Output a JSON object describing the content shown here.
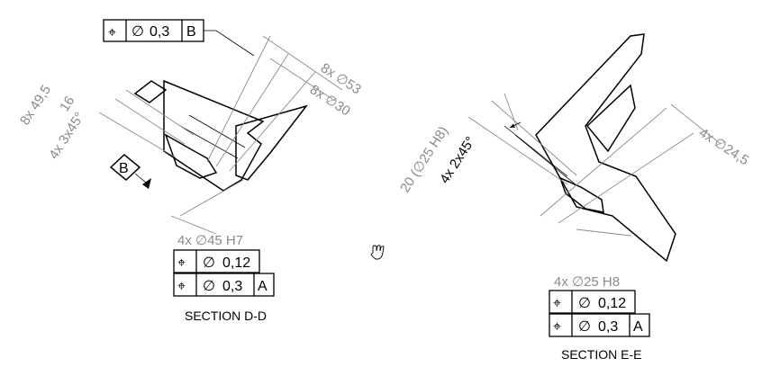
{
  "section_dd": {
    "caption": "SECTION D-D",
    "callout_top": {
      "symbol": "⌖",
      "diameter": "∅",
      "value": "0,3",
      "datum": "B"
    },
    "datum_feature": "B",
    "dim_49_5": "8x 49,5",
    "dim_16": "16",
    "dim_chamfer": "4x 3x45°",
    "dim_53": "8x ∅53",
    "dim_30": "8x ∅30",
    "hole_spec": "4x  ∅45 H7",
    "fcf_row1": {
      "symbol": "⌖",
      "diameter": "∅",
      "value": "0,12"
    },
    "fcf_row2": {
      "symbol": "⌖",
      "diameter": "∅",
      "value": "0,3",
      "datum": "A"
    }
  },
  "section_ee": {
    "caption": "SECTION E-E",
    "dim_20": "20 (∅25 H8)",
    "dim_chamfer": "4x 2x45°",
    "dim_24_5": "4x ∅24,5",
    "hole_spec": "4x  ∅25 H8",
    "fcf_row1": {
      "symbol": "⌖",
      "diameter": "∅",
      "value": "0,12"
    },
    "fcf_row2": {
      "symbol": "⌖",
      "diameter": "∅",
      "value": "0,3",
      "datum": "A"
    }
  },
  "cursor": {
    "icon": "hand-cursor-icon"
  }
}
